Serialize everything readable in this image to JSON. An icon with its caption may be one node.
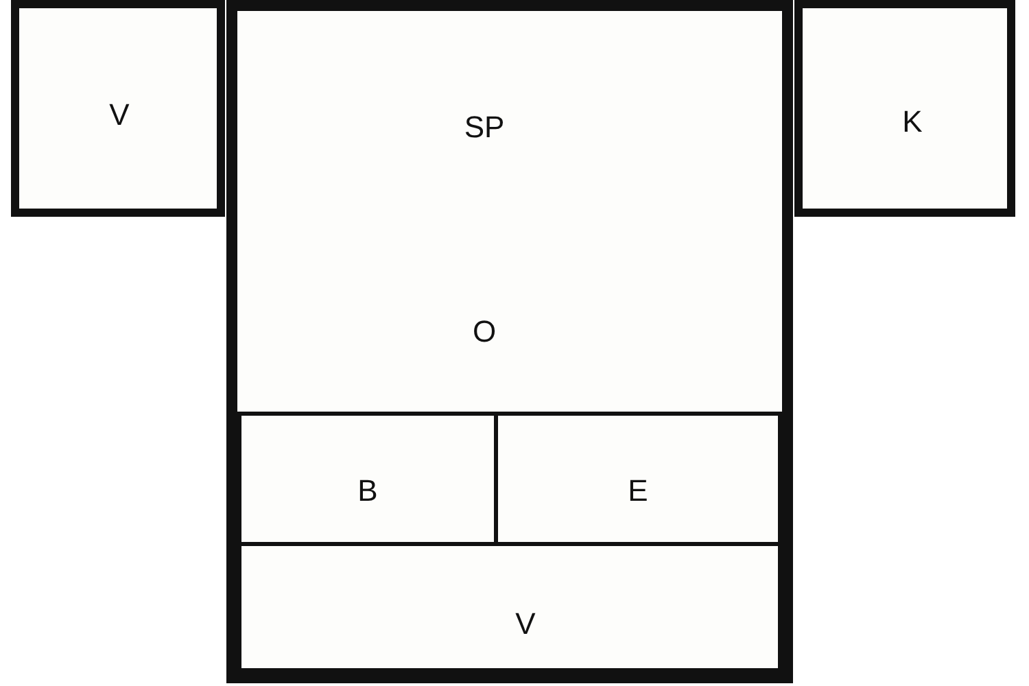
{
  "diagram": {
    "nodes": [
      {
        "text": [
          "V"
        ]
      },
      {
        "text": [
          "SP",
          "O"
        ]
      },
      {
        "text": [
          "K"
        ]
      },
      {
        "text": [
          "B"
        ],
        "in": 1
      },
      {
        "text": [
          "E"
        ],
        "in": 1
      },
      {
        "text": [
          "V"
        ],
        "in": 1
      }
    ]
  }
}
